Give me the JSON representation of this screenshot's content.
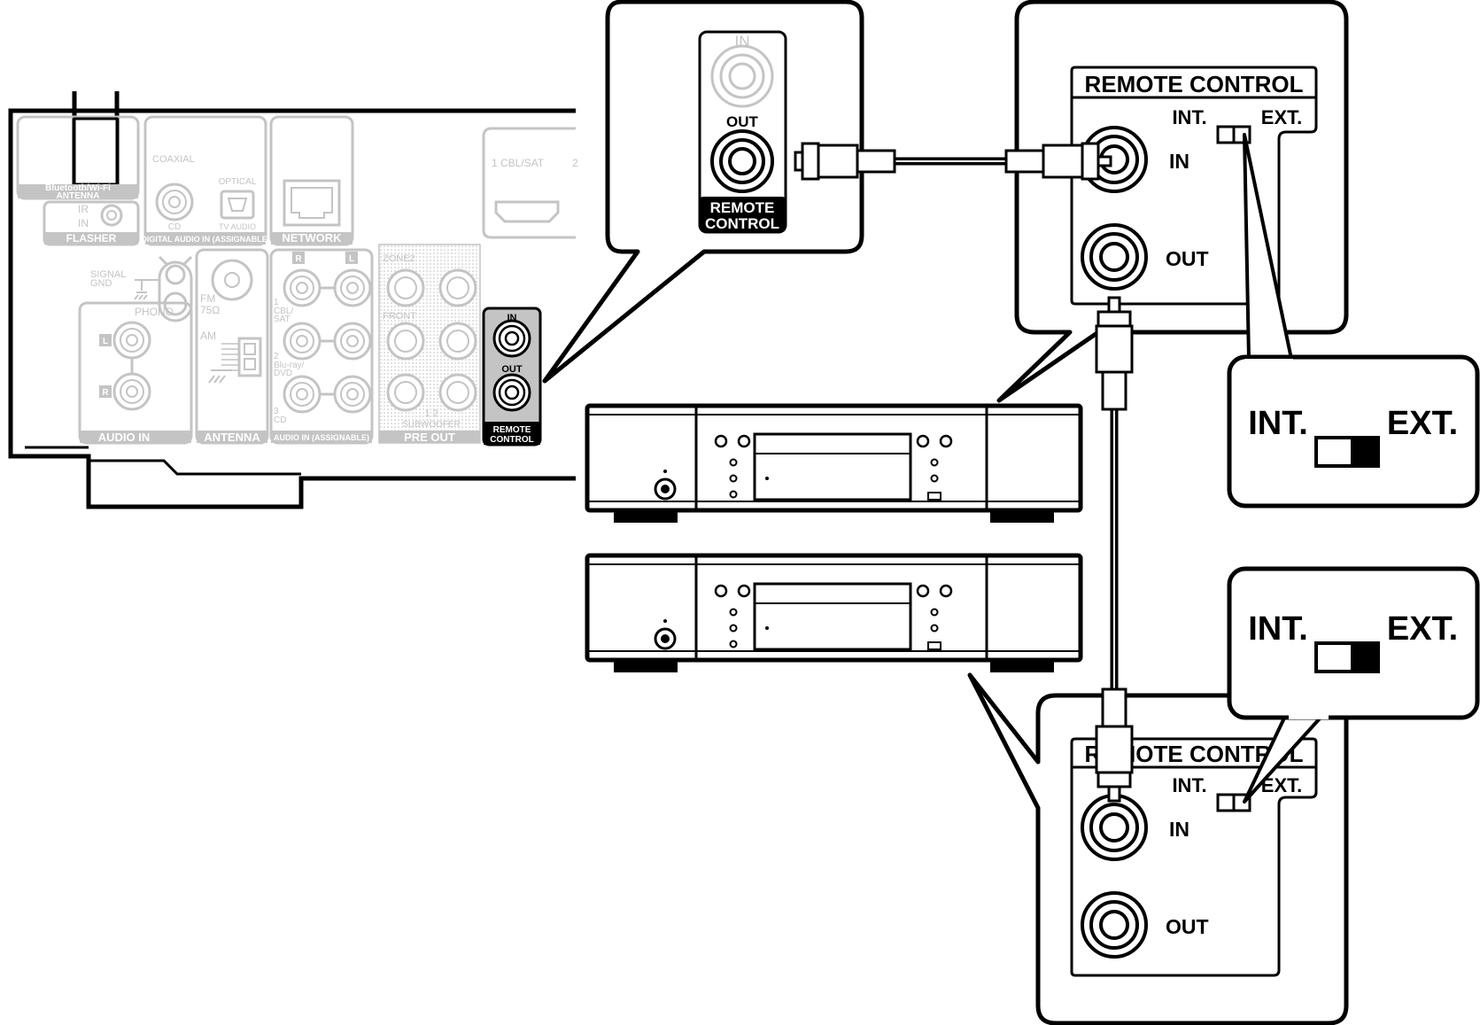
{
  "receiver": {
    "bt_wifi_line1": "Bluetooth/Wi-Fi",
    "bt_wifi_line2": "ANTENNA",
    "ir": "IR",
    "in": "IN",
    "flasher": "FLASHER",
    "coaxial": "COAXIAL",
    "optical": "OPTICAL",
    "cd": "CD",
    "tv_audio": "TV AUDIO",
    "digital_audio_in": "DIGITAL AUDIO IN (ASSIGNABLE)",
    "network": "NETWORK",
    "hdmi_1": "1 CBL/SAT",
    "hdmi_2": "2",
    "signal": "SIGNAL",
    "gnd": "GND",
    "fm": "FM",
    "fm_ohm": "75Ω",
    "am": "AM",
    "antenna": "ANTENNA",
    "phono": "PHONO",
    "l": "L",
    "r": "R",
    "audio_in": "AUDIO IN",
    "src1_a": "1",
    "src1_b": "CBL/",
    "src1_c": "SAT",
    "src2_a": "2",
    "src2_b": "Blu-ray/",
    "src2_c": "DVD",
    "src3_a": "3",
    "src3_b": "CD",
    "audio_in_assignable": "AUDIO IN (ASSIGNABLE)",
    "zone2": "ZONE2",
    "front": "FRONT",
    "sub_12": "1  2",
    "subwoofer": "SUBWOOFER",
    "pre_out": "PRE OUT",
    "rc_in": "IN",
    "rc_out": "OUT",
    "rc_label1": "REMOTE",
    "rc_label2": "CONTROL"
  },
  "callout_receiver": {
    "in": "IN",
    "out": "OUT",
    "label1": "REMOTE",
    "label2": "CONTROL"
  },
  "callout_device1": {
    "title": "REMOTE CONTROL",
    "int": "INT.",
    "ext": "EXT.",
    "in": "IN",
    "out": "OUT"
  },
  "callout_device2": {
    "title": "REMOTE CONTROL",
    "int": "INT.",
    "ext": "EXT.",
    "in": "IN",
    "out": "OUT"
  },
  "switch_zoom1": {
    "int": "INT.",
    "ext": "EXT.",
    "position": "EXT."
  },
  "switch_zoom2": {
    "int": "INT.",
    "ext": "EXT.",
    "position": "EXT."
  }
}
